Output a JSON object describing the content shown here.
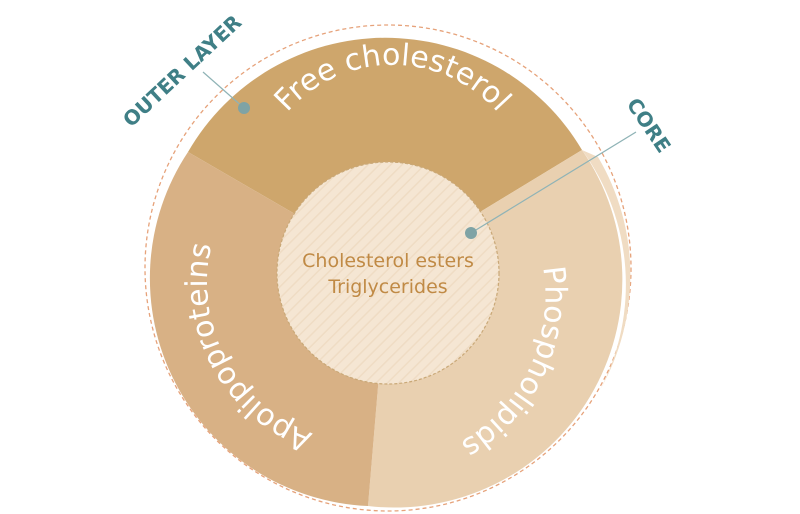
{
  "diagram": {
    "segments": [
      {
        "label": "Free cholesterol",
        "color": "#cea66c"
      },
      {
        "label": "Phospholipids",
        "color": "#e9d0b0"
      },
      {
        "label": "Apolipoproteins",
        "color": "#d8b185"
      }
    ],
    "core": {
      "line1": "Cholesterol esters",
      "line2": "Triglycerides",
      "fill": "#f5e6d3",
      "text_color": "#c08a45"
    },
    "callouts": {
      "outer_layer": "OUTER LAYER",
      "core": "CORE",
      "color": "#3f7f86",
      "line_color": "#8fb3b6"
    }
  }
}
